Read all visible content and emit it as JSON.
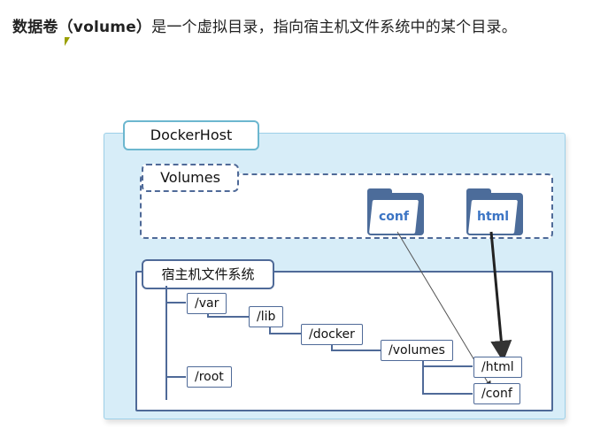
{
  "caption": {
    "term": "数据卷（volume）",
    "rest": "是一个虚拟目录，指向宿主机文件系统中的某个目录。"
  },
  "diagram": {
    "host_label": "DockerHost",
    "volumes_label": "Volumes",
    "folders": [
      "conf",
      "html"
    ],
    "hostfs_label": "宿主机文件系统",
    "tree": {
      "var": "/var",
      "lib": "/lib",
      "docker": "/docker",
      "volumes": "/volumes",
      "html": "/html",
      "conf": "/conf",
      "root": "/root"
    }
  },
  "colors": {
    "host_bg": "#d7edf8",
    "frame": "#4f6a98",
    "folder_text": "#3b74c4"
  }
}
